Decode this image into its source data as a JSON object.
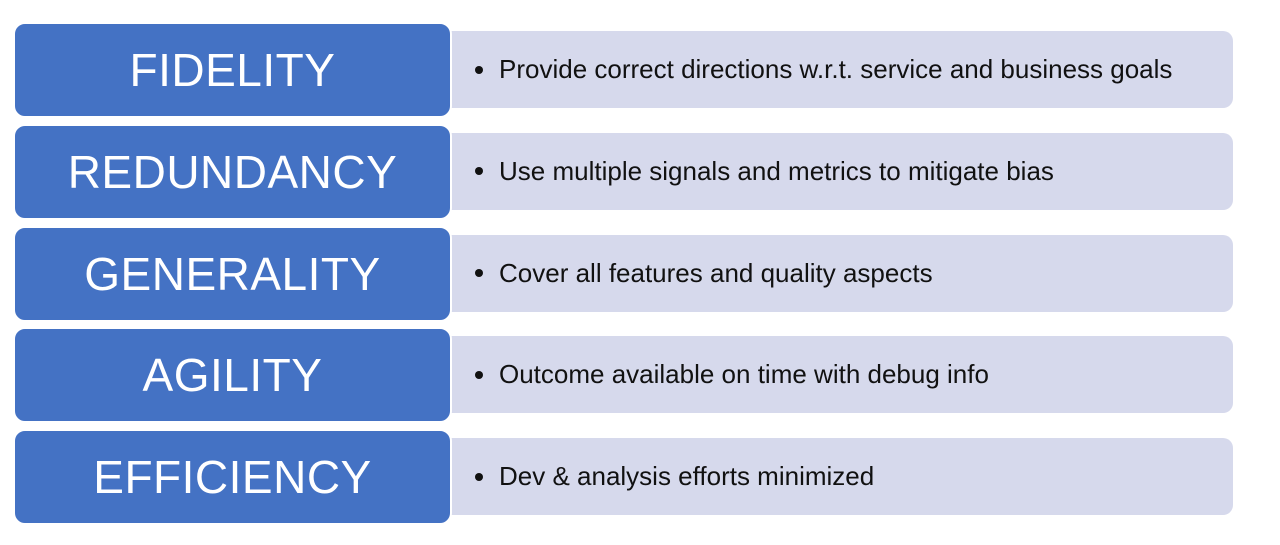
{
  "colors": {
    "label_fill": "#4472c4",
    "description_fill": "#d6d9ec",
    "label_text": "#ffffff",
    "description_text": "#111111"
  },
  "rows": [
    {
      "label": "FIDELITY",
      "description": "Provide correct directions w.r.t. service and business goals"
    },
    {
      "label": "REDUNDANCY",
      "description": "Use multiple signals and metrics to mitigate bias"
    },
    {
      "label": "GENERALITY",
      "description": "Cover all features and quality aspects"
    },
    {
      "label": "AGILITY",
      "description": "Outcome available on time with debug info"
    },
    {
      "label": "EFFICIENCY",
      "description": "Dev & analysis efforts minimized"
    }
  ]
}
